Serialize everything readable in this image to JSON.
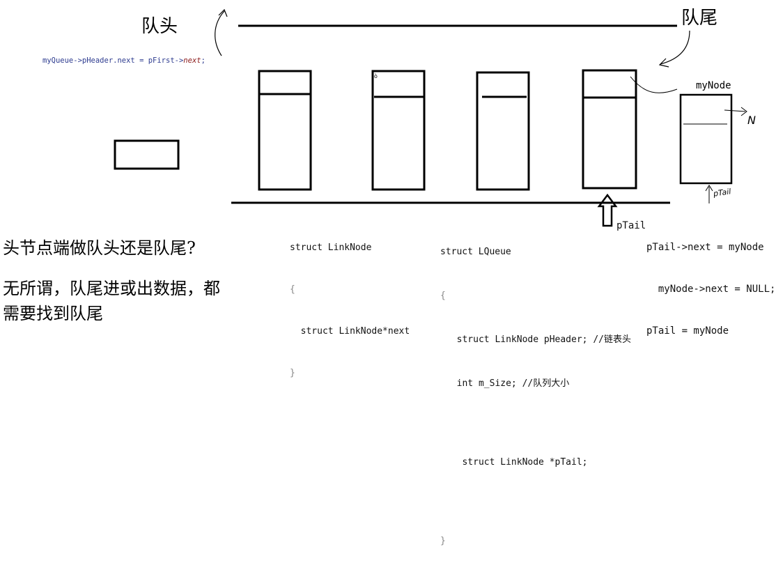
{
  "labels": {
    "queue_head": "队头",
    "queue_tail": "队尾",
    "mynode": "myNode",
    "ptail": "pTail",
    "handwritten_n": "N",
    "handwritten_ptail": "pTail"
  },
  "code_top": {
    "prefix": "myQueue->pHeader.next = pFirst->",
    "suffix_italic": "next",
    "end": ";"
  },
  "struct_linknode": [
    "struct LinkNode",
    "{",
    "  struct LinkNode*next",
    "}"
  ],
  "struct_lqueue": [
    "struct LQueue",
    "{",
    "  struct LinkNode pHeader; //链表头",
    "  int m_Size; //队列大小",
    "",
    "   struct LinkNode *pTail;",
    "",
    "}"
  ],
  "right_code": [
    "pTail->next = myNode",
    "  myNode->next = NULL;",
    "pTail = myNode"
  ],
  "question": "头节点端做队头还是队尾?",
  "answer_line1": "无所谓，队尾进或出数据，都",
  "answer_line2": "需要找到队尾"
}
